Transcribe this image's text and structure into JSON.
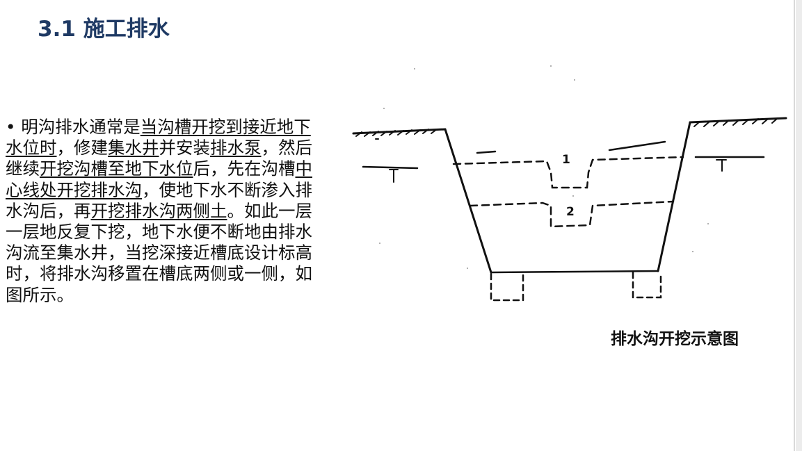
{
  "slide": {
    "title": "3.1 施工排水",
    "bullet": "•",
    "paragraph": [
      {
        "text": " 明沟排水通常是",
        "u": false
      },
      {
        "text": "当沟槽开挖到接近地下水位时",
        "u": true
      },
      {
        "text": "，修建",
        "u": false
      },
      {
        "text": "集水井",
        "u": true
      },
      {
        "text": "并安装",
        "u": false
      },
      {
        "text": "排水泵",
        "u": true
      },
      {
        "text": "，然后继续",
        "u": false
      },
      {
        "text": "开挖沟槽至地下水位",
        "u": true
      },
      {
        "text": "后，先在沟槽",
        "u": false
      },
      {
        "text": "中心线处开挖排水沟",
        "u": true
      },
      {
        "text": "，使地下水不断渗入排水沟后，再",
        "u": false
      },
      {
        "text": "开挖排水沟两侧土",
        "u": true
      },
      {
        "text": "。如此一层一层地反复下挖，地下水便不断地由排水沟流至集水井，当挖深接近槽底设计标高时，将排水沟移置在槽底两侧或一侧，如图所示。",
        "u": false
      }
    ],
    "figure": {
      "label_1": "1",
      "label_2": "2",
      "caption": "排水沟开挖示意图"
    }
  }
}
